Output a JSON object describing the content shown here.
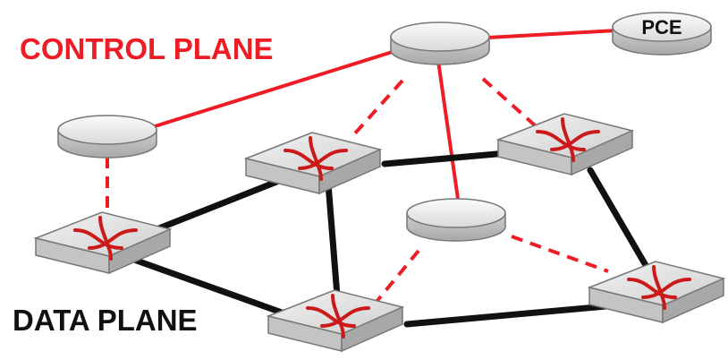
{
  "labels": {
    "control_plane": "CONTROL PLANE",
    "data_plane": "DATA PLANE",
    "pce": "PCE"
  },
  "colors": {
    "control": "#ee1c24",
    "data": "#111111",
    "controller_fill": "#e6e6e6",
    "switch_fill": "#dcdcdc",
    "switch_arrows": "#cc1a1a"
  },
  "nodes": {
    "controllers": [
      "ctrl-top",
      "ctrl-left",
      "ctrl-middle",
      "pce"
    ],
    "switches": [
      "sw-upper-left",
      "sw-upper-right",
      "sw-left",
      "sw-bottom",
      "sw-right"
    ]
  }
}
